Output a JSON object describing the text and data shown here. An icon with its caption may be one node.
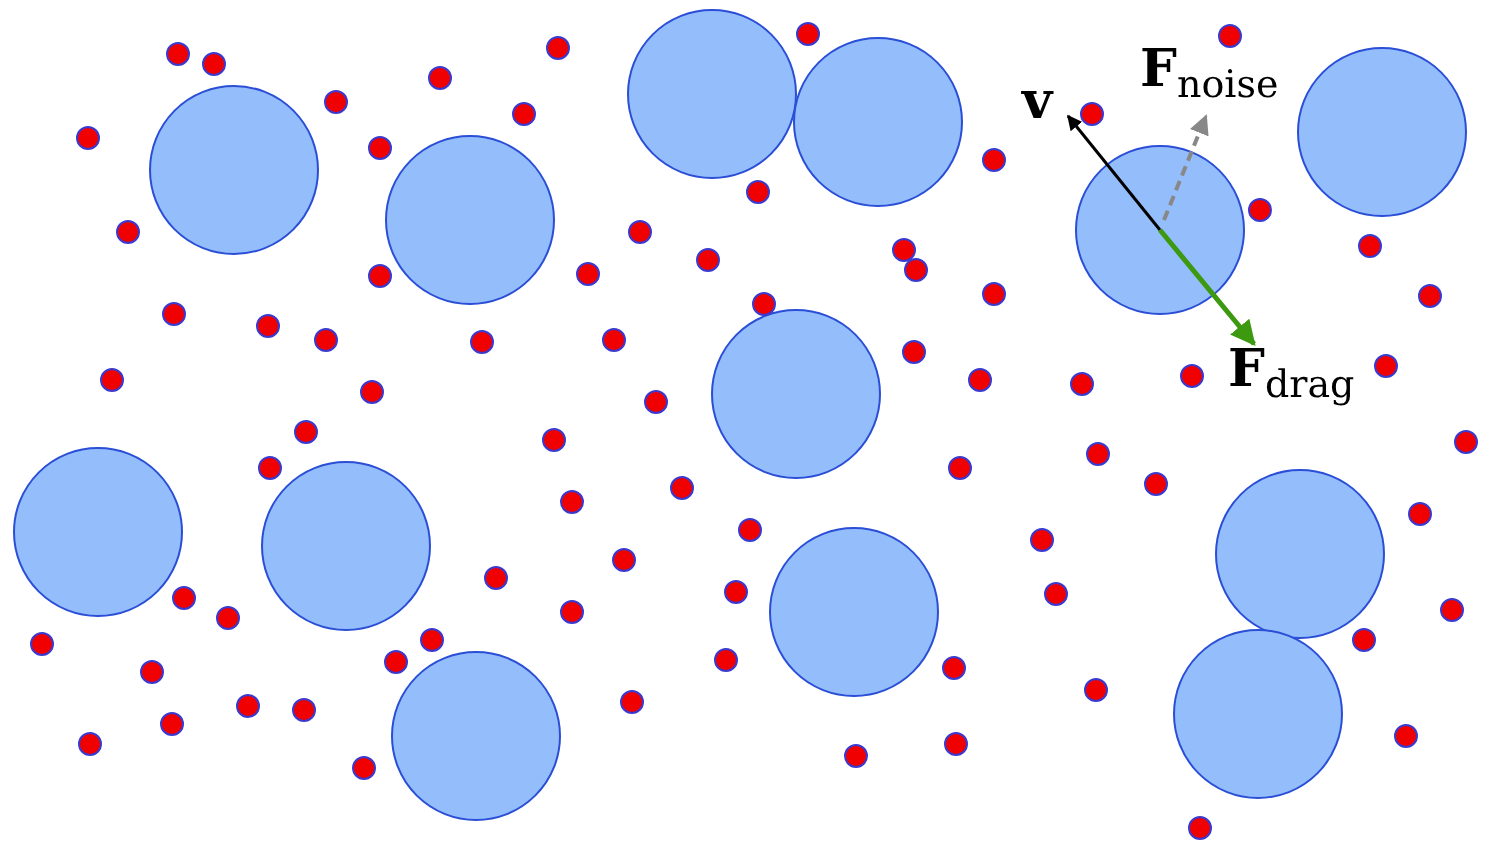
{
  "diagram": {
    "labels": [
      "**v**",
      "**F**$_{noise}$",
      "**F**$_{drag}$"
    ]
  }
}
